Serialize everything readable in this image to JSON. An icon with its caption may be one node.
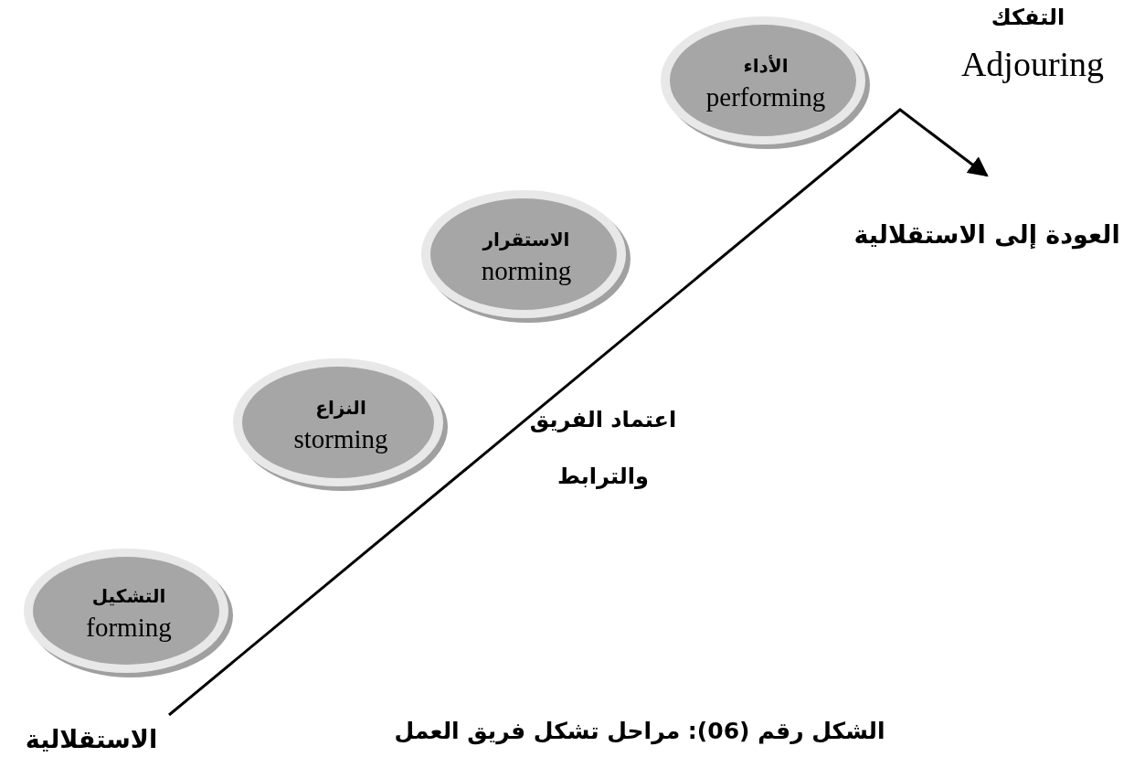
{
  "diagram": {
    "caption": "الشكل رقم (06): مراحل تشكل فريق العمل",
    "nodes": [
      {
        "text": [
          "الاستقلالية"
        ]
      },
      {
        "text": [
          "التشكيل",
          "forming"
        ]
      },
      {
        "text": [
          "النزاع",
          "storming"
        ]
      },
      {
        "text": [
          "الاستقرار",
          "norming"
        ]
      },
      {
        "text": [
          "الأداء",
          "performing"
        ]
      },
      {
        "text": [
          "العودة إلى الاستقلالية"
        ]
      }
    ],
    "edges": [
      {
        "from": 0,
        "to": 5,
        "arrow": "to"
      }
    ],
    "labels": [
      "التفكك",
      "Adjouring",
      "اعتماد الفريق والترابط"
    ]
  }
}
